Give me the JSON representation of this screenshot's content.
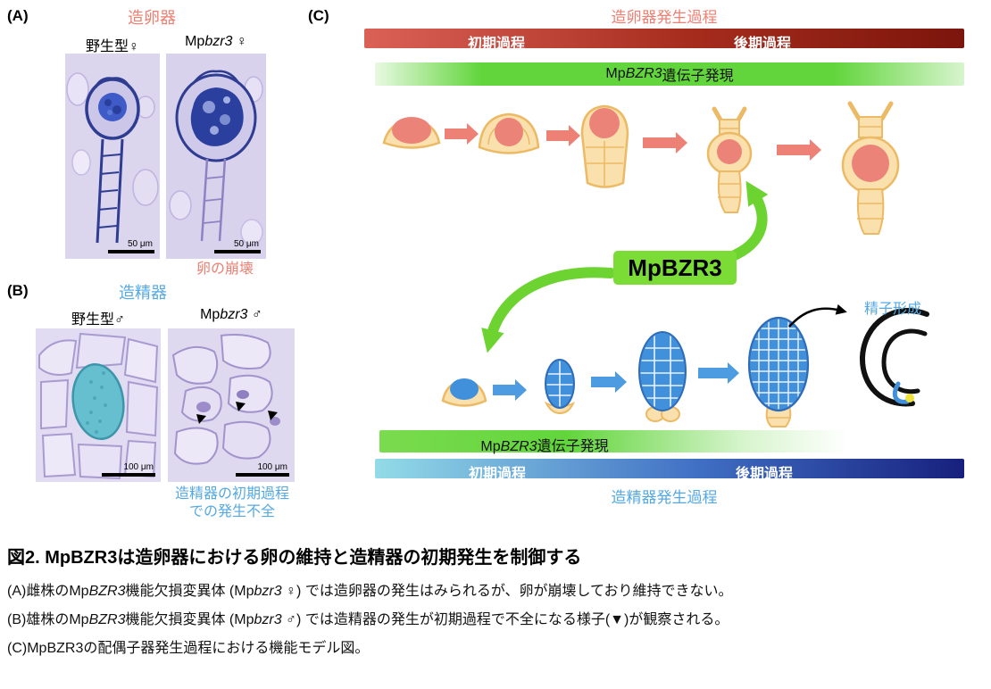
{
  "colors": {
    "salmon_text": "#EE7F72",
    "sky_blue_text": "#55A9E3",
    "green_highlight": "#7CDC36",
    "green_expression_bar": "#62D53C",
    "red_bar_start": "#DB6157",
    "red_bar_end": "#7C150C",
    "blue_bar_start": "#93DBE8",
    "blue_bar_end": "#17207D",
    "egg_salmon": "#EC8378",
    "antheridium_blue": "#4090DC",
    "cell_wall_tan": "#ECB964"
  },
  "panel_a": {
    "label": "(A)",
    "title": "造卵器",
    "wildtype_label": "野生型♀",
    "mutant_label_prefix": "Mp",
    "mutant_label_italic": "bzr3",
    "mutant_label_suffix": " ♀",
    "scale_left": "50 μm",
    "scale_right": "50 μm",
    "annotation": "卵の崩壊"
  },
  "panel_b": {
    "label": "(B)",
    "title": "造精器",
    "wildtype_label": "野生型♂",
    "mutant_label_prefix": "Mp",
    "mutant_label_italic": "bzr3",
    "mutant_label_suffix": " ♂",
    "scale_left": "100 μm",
    "scale_right": "100 μm",
    "annotation_line1": "造精器の初期過程",
    "annotation_line2": "での発生不全"
  },
  "panel_c": {
    "label": "(C)",
    "archegonium_title": "造卵器発生過程",
    "archegonium_bar_early": "初期過程",
    "archegonium_bar_late": "後期過程",
    "archegonium_expr_prefix": "Mp",
    "archegonium_expr_italic": "BZR3",
    "archegonium_expr_suffix": " 遺伝子発現",
    "center_label": "MpBZR3",
    "sperm_label": "精子形成",
    "antheridium_expr_prefix": "Mp",
    "antheridium_expr_italic": "BZR3",
    "antheridium_expr_suffix": "遺伝子発現",
    "antheridium_bar_early": "初期過程",
    "antheridium_bar_late": "後期過程",
    "antheridium_title": "造精器発生過程"
  },
  "caption": {
    "title": "図2. MpBZR3は造卵器における卵の維持と造精器の初期発生を制御する",
    "line_a": {
      "s1": "(A)雌株のMp",
      "s2": "BZR3",
      "s3": "機能欠損変異体 (Mp",
      "s4": "bzr3",
      "s5": " ♀) では造卵器の発生はみられるが、卵が崩壊しており維持できない。"
    },
    "line_b": {
      "s1": "(B)雄株のMp",
      "s2": "BZR3",
      "s3": "機能欠損変異体 (Mp",
      "s4": "bzr3",
      "s5": " ♂) では造精器の発生が初期過程で不全になる様子(▼)が観察される。"
    },
    "line_c": "(C)MpBZR3の配偶子器発生過程における機能モデル図。"
  }
}
